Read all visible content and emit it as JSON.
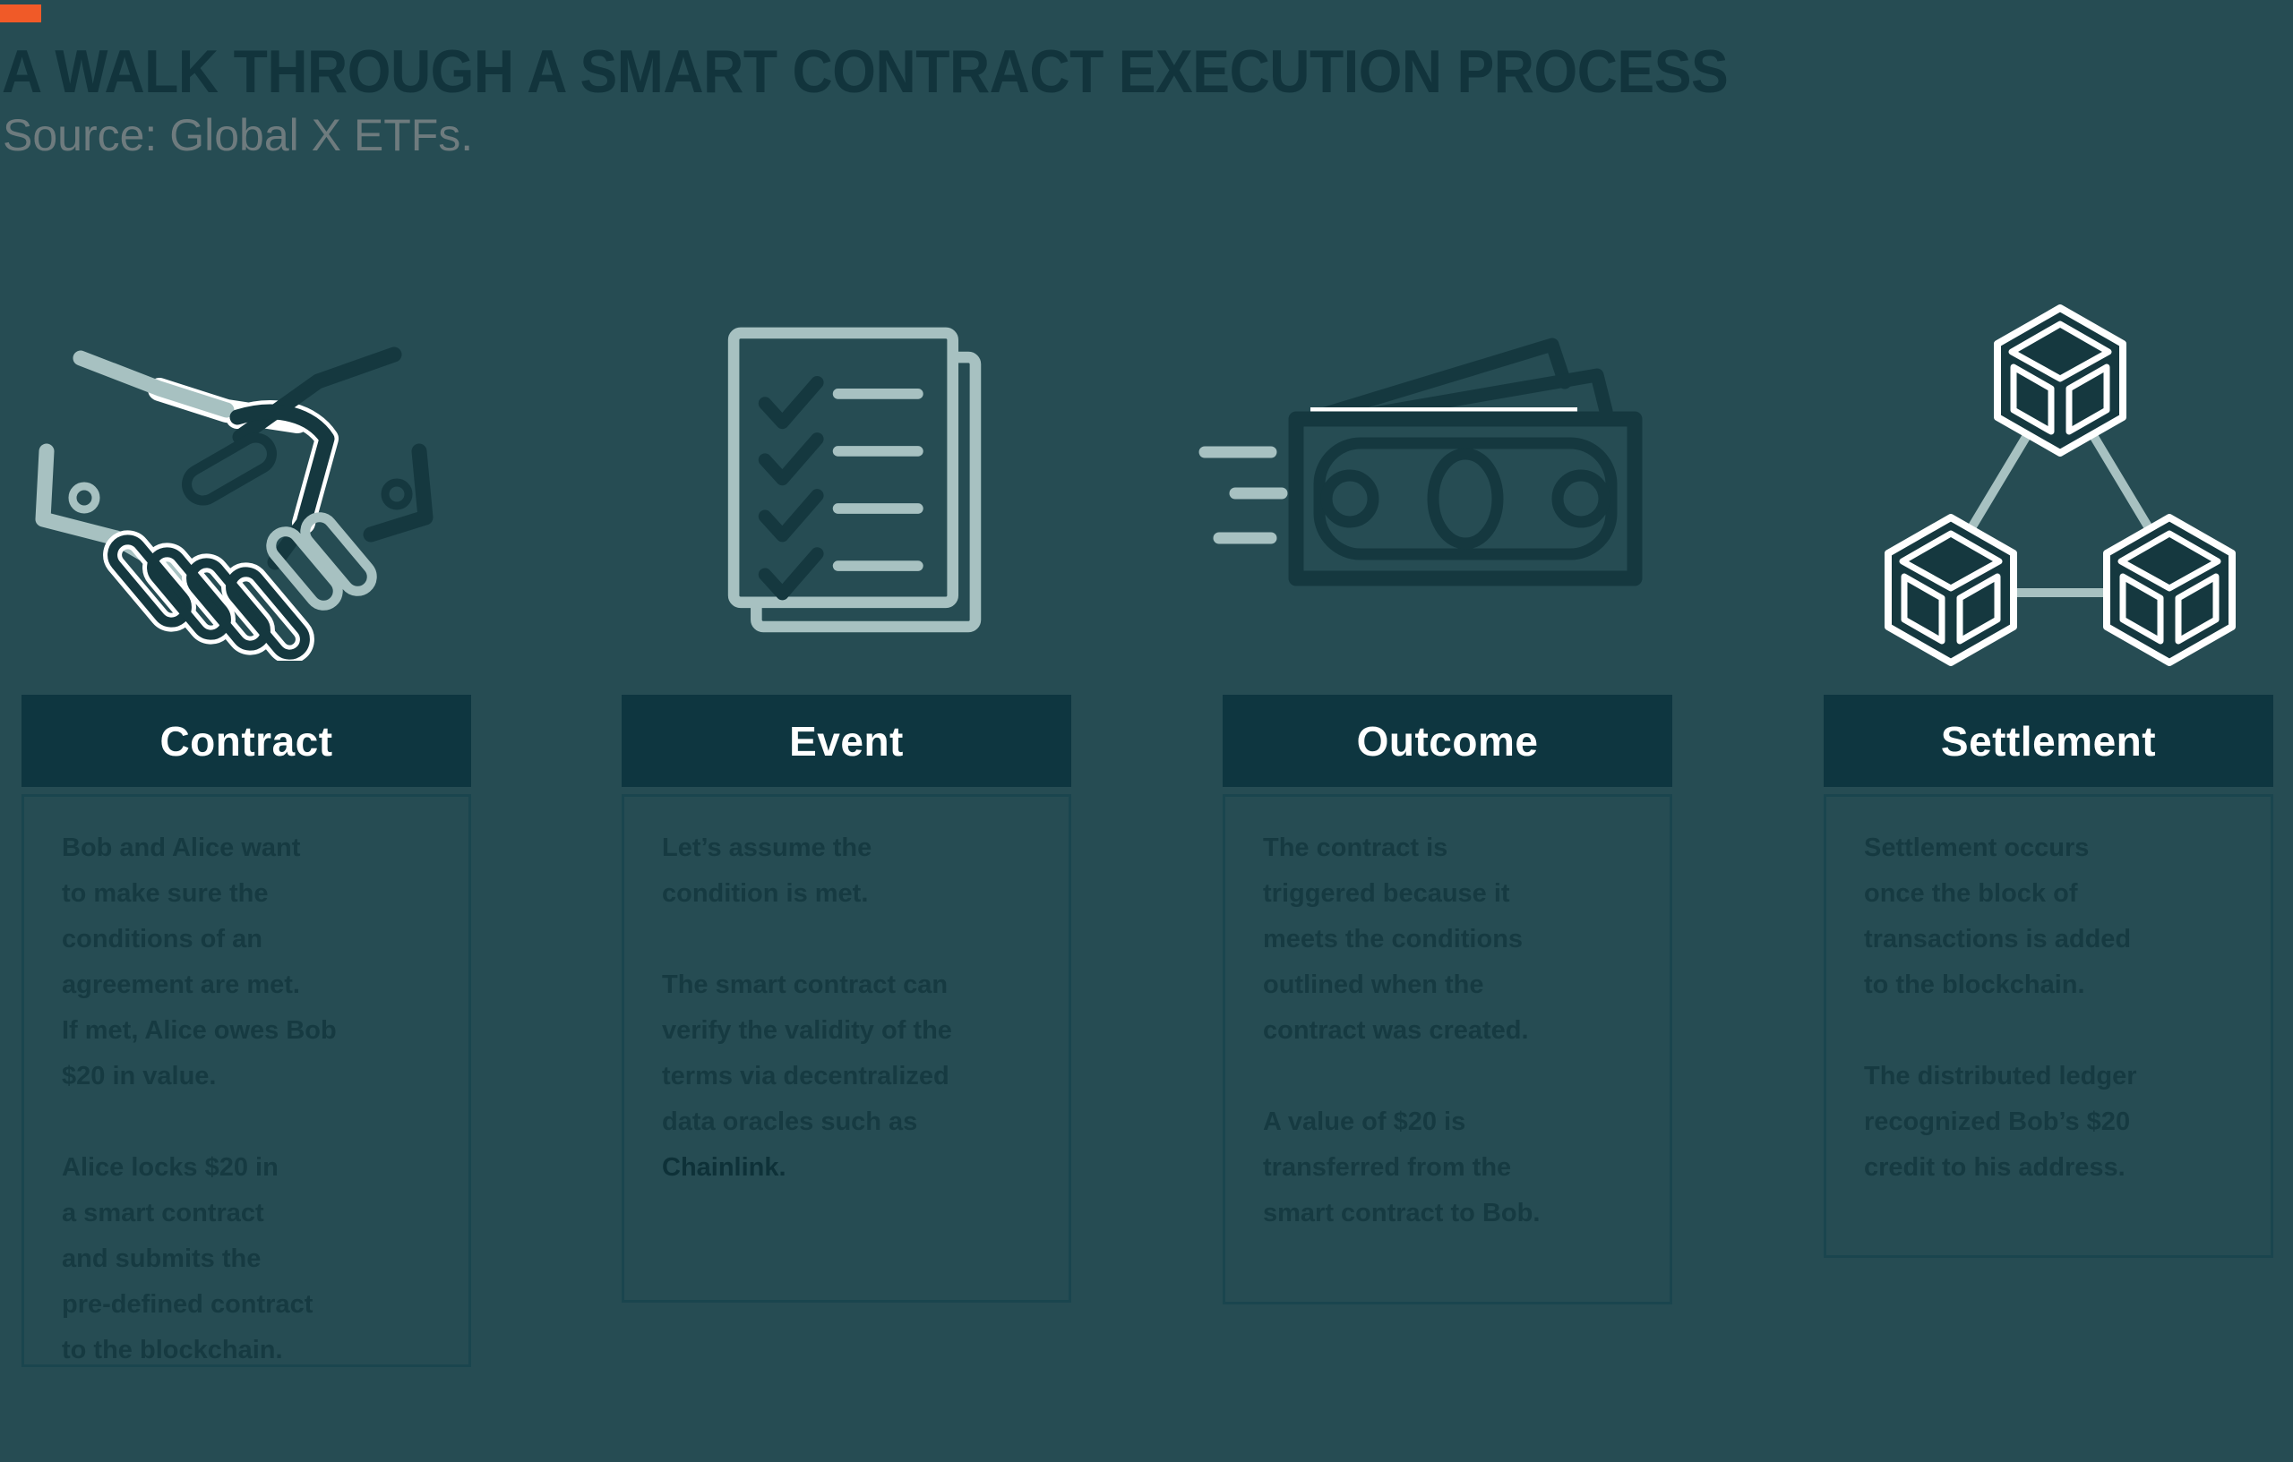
{
  "header": {
    "title": "A WALK THROUGH A SMART CONTRACT EXECUTION PROCESS",
    "source": "Source: Global X ETFs.",
    "accent_color": "#F05A28"
  },
  "colors": {
    "background": "#264C53",
    "header_box_bg": "#0E3640",
    "header_label_text": "#FFFFFF",
    "title_text": "#12343C",
    "source_text": "#6E7B7E",
    "body_text": "#163A41",
    "box_border": "#1A454E",
    "icon_dark": "#15383F",
    "icon_light": "#A7C1C1",
    "icon_white": "#FFFFFF"
  },
  "columns": [
    {
      "title": "Contract",
      "icon": "handshake-icon",
      "p1": "Bob and Alice want\nto make sure the\nconditions of an\nagreement are met.\nIf met, Alice owes Bob\n$20 in value.",
      "p2": "Alice locks $20 in\na smart contract\nand submits the\npre-defined contract\nto the blockchain."
    },
    {
      "title": "Event",
      "icon": "checklist-icon",
      "p1": "Let’s assume the\ncondition is met.",
      "p2": "The smart contract can\nverify the validity of the\nterms via decentralized\ndata oracles such as\n",
      "p2_bold": "Chainlink."
    },
    {
      "title": "Outcome",
      "icon": "money-icon",
      "p1": "The contract is\ntriggered because it\nmeets the conditions\noutlined when the\ncontract was created.",
      "p2": "A value of $20 is\ntransferred from the\nsmart contract to Bob."
    },
    {
      "title": "Settlement",
      "icon": "cubes-icon",
      "p1": "Settlement occurs\nonce the block of\ntransactions is added\nto the blockchain.",
      "p2": "The distributed ledger\nrecognized Bob’s $20\ncredit to his address."
    }
  ]
}
